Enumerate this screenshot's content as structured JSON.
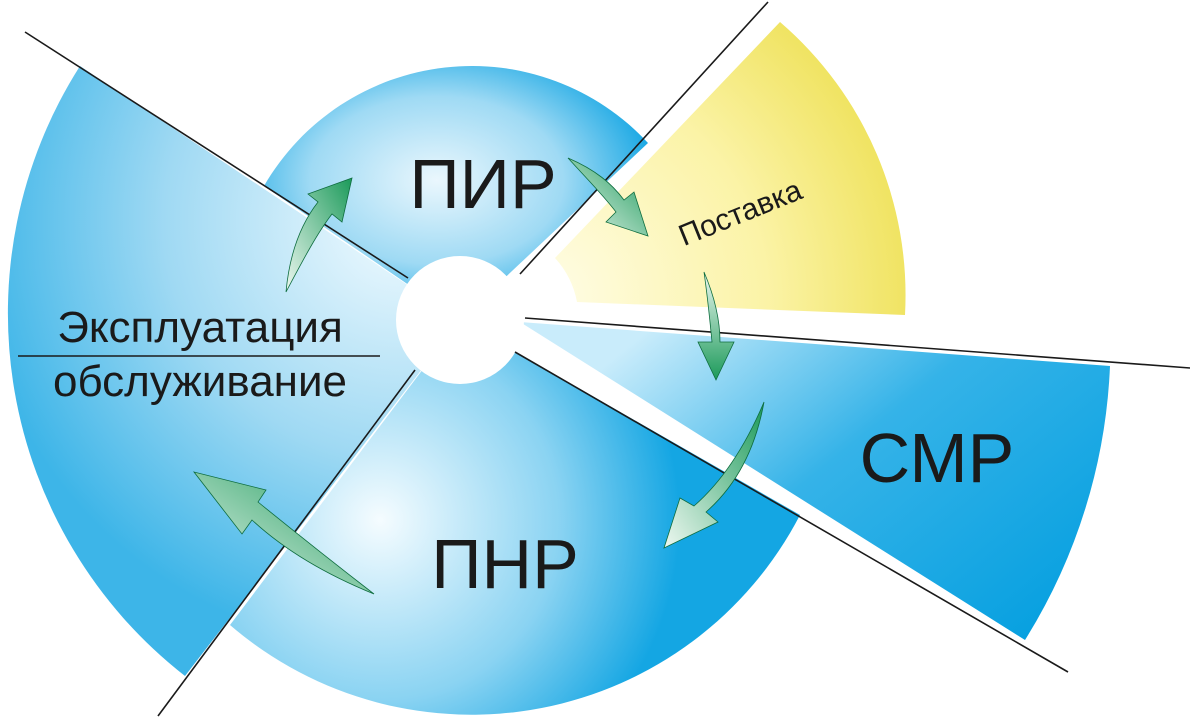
{
  "stages": {
    "pir": "ПИР",
    "postavka": "Поставка",
    "smr": "СМР",
    "pnr": "ПНР",
    "exploitation": "Эксплуатация",
    "service": "обслуживание"
  },
  "colors": {
    "blue_light": "#eaf7fd",
    "blue_mid": "#7fcdf0",
    "blue_dark": "#0aa2e2",
    "yellow_light": "#fffbd6",
    "yellow_dark": "#f3e872",
    "arrow_light": "#e6f4ec",
    "arrow_dark": "#1a9a5a",
    "line": "#1a1a1a"
  },
  "icons": {
    "flow_arrow": "curved-arrow-icon"
  }
}
